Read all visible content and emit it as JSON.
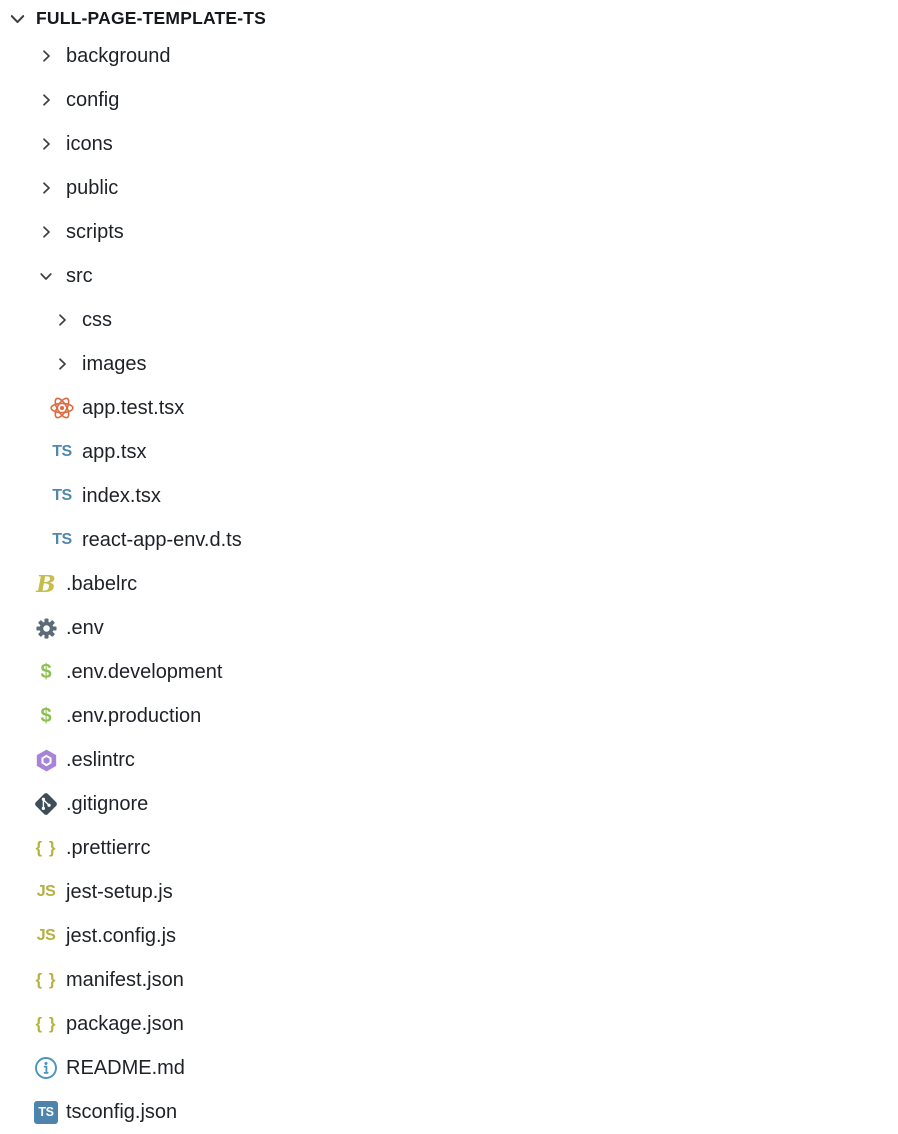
{
  "explorer": {
    "root": {
      "label": "FULL-PAGE-TEMPLATE-TS",
      "state": "expanded"
    },
    "items": [
      {
        "label": "background",
        "type": "folder",
        "level": 1,
        "icon": "chevron-right"
      },
      {
        "label": "config",
        "type": "folder",
        "level": 1,
        "icon": "chevron-right"
      },
      {
        "label": "icons",
        "type": "folder",
        "level": 1,
        "icon": "chevron-right"
      },
      {
        "label": "public",
        "type": "folder",
        "level": 1,
        "icon": "chevron-right"
      },
      {
        "label": "scripts",
        "type": "folder",
        "level": 1,
        "icon": "chevron-right"
      },
      {
        "label": "src",
        "type": "folder-expanded",
        "level": 1,
        "icon": "chevron-down"
      },
      {
        "label": "css",
        "type": "folder",
        "level": 2,
        "icon": "chevron-right"
      },
      {
        "label": "images",
        "type": "folder",
        "level": 2,
        "icon": "chevron-right"
      },
      {
        "label": "app.test.tsx",
        "type": "file",
        "level": 2,
        "icon": "react"
      },
      {
        "label": "app.tsx",
        "type": "file",
        "level": 2,
        "icon": "typescript"
      },
      {
        "label": "index.tsx",
        "type": "file",
        "level": 2,
        "icon": "typescript"
      },
      {
        "label": "react-app-env.d.ts",
        "type": "file",
        "level": 2,
        "icon": "typescript"
      },
      {
        "label": ".babelrc",
        "type": "file",
        "level": 1,
        "icon": "babel"
      },
      {
        "label": ".env",
        "type": "file",
        "level": 1,
        "icon": "gear"
      },
      {
        "label": ".env.development",
        "type": "file",
        "level": 1,
        "icon": "dollar"
      },
      {
        "label": ".env.production",
        "type": "file",
        "level": 1,
        "icon": "dollar"
      },
      {
        "label": ".eslintrc",
        "type": "file",
        "level": 1,
        "icon": "eslint"
      },
      {
        "label": ".gitignore",
        "type": "file",
        "level": 1,
        "icon": "git"
      },
      {
        "label": ".prettierrc",
        "type": "file",
        "level": 1,
        "icon": "braces"
      },
      {
        "label": "jest-setup.js",
        "type": "file",
        "level": 1,
        "icon": "javascript"
      },
      {
        "label": "jest.config.js",
        "type": "file",
        "level": 1,
        "icon": "javascript"
      },
      {
        "label": "manifest.json",
        "type": "file",
        "level": 1,
        "icon": "braces"
      },
      {
        "label": "package.json",
        "type": "file",
        "level": 1,
        "icon": "braces"
      },
      {
        "label": "README.md",
        "type": "file",
        "level": 1,
        "icon": "info"
      },
      {
        "label": "tsconfig.json",
        "type": "file",
        "level": 1,
        "icon": "ts-badge"
      }
    ],
    "icon_glyphs": {
      "typescript": "TS",
      "javascript": "JS",
      "dollar": "$",
      "braces": "{ }",
      "babel": "B",
      "ts_badge": "TS"
    },
    "icon_colors": {
      "chevron": "#3b4046",
      "react": "#dd6b42",
      "typescript": "#4f87ad",
      "javascript": "#b5ae41",
      "dollar": "#8cc152",
      "braces": "#b9b23e",
      "babel": "#c6bd4a",
      "gear": "#5d6b78",
      "eslint": "#a884d6",
      "git": "#3e4d58",
      "info": "#4a94bd",
      "ts_badge_bg": "#4d84ab",
      "text": "#1e2227"
    }
  }
}
